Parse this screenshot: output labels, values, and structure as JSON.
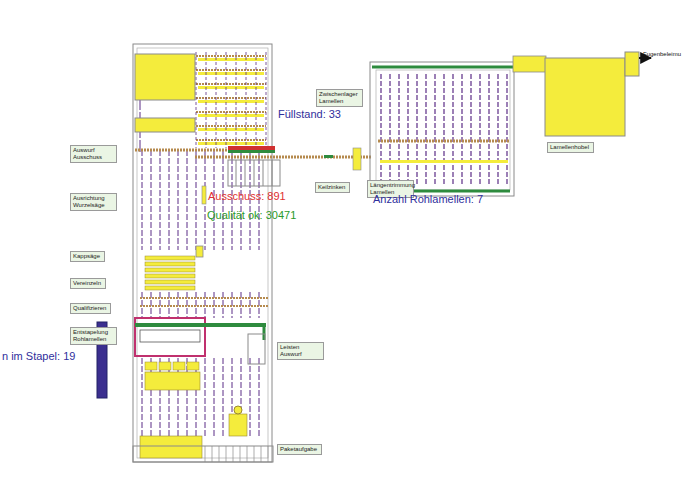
{
  "diagram": {
    "nodes": [
      {
        "text": [
          "Auswurf Ausschuss"
        ]
      },
      {
        "text": [
          "Ausrichtung Wurzelsäge"
        ]
      },
      {
        "text": [
          "Kappsäge"
        ]
      },
      {
        "text": [
          "Vereinzeln"
        ]
      },
      {
        "text": [
          "Qualifizieren"
        ]
      },
      {
        "text": [
          "Entstapelung Rohlamellen"
        ]
      },
      {
        "text": [
          "Zwischenlager Lamellen"
        ]
      },
      {
        "text": [
          "Keilzinken"
        ]
      },
      {
        "text": [
          "Längentrimmung Lamellen"
        ]
      },
      {
        "text": [
          "Lamellenhobel"
        ]
      },
      {
        "text": [
          "Leisten Auswurf"
        ]
      },
      {
        "text": [
          "Paketaufgabe"
        ]
      }
    ],
    "labels": [
      "Füllstand: 33",
      "Fugenbeleimu",
      "Ausschuss: 891",
      "Qualität ok: 30471",
      "Anzahl Rohlamellen: 7",
      "n im Stapel: 19"
    ]
  }
}
